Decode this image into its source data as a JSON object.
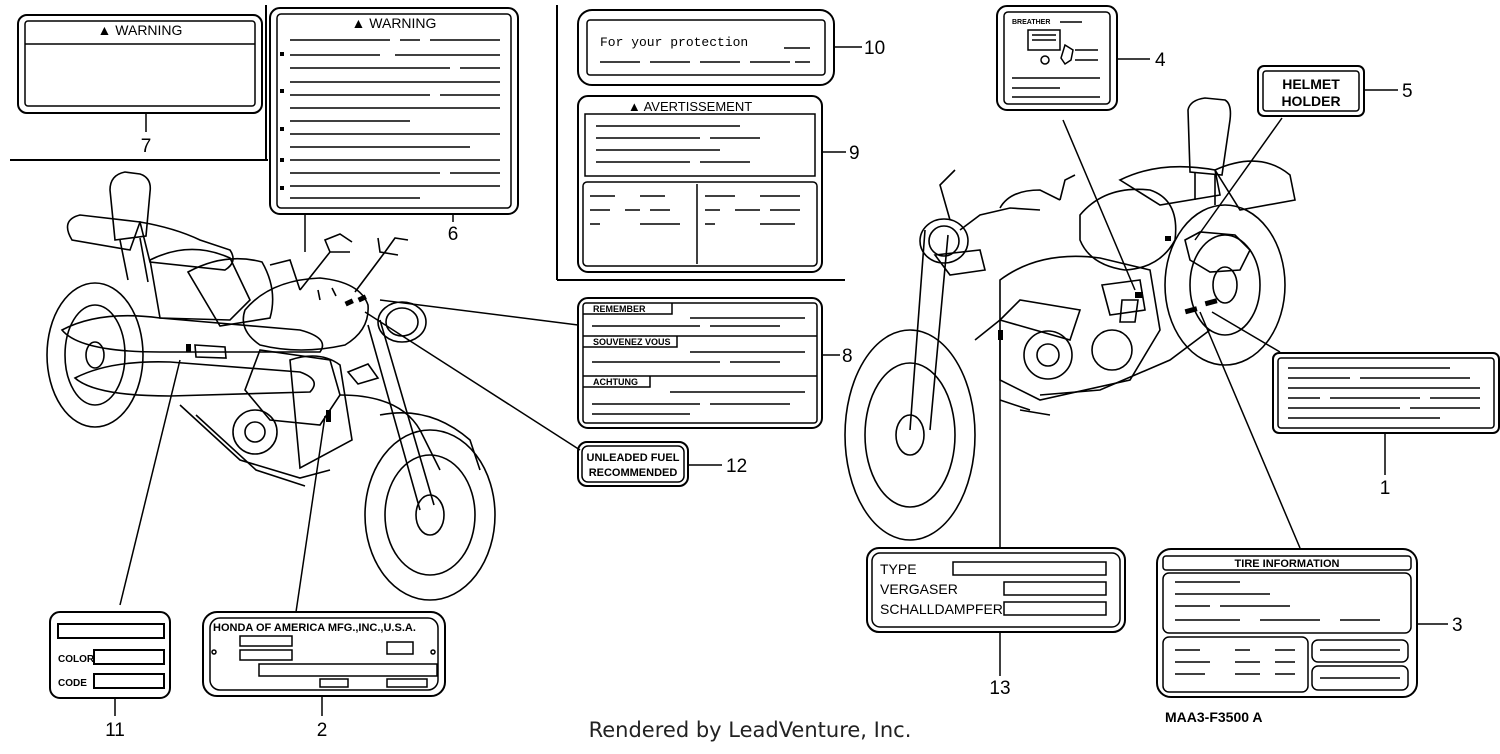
{
  "labels": {
    "warning_7": "▲ WARNING",
    "warning_6": "▲ WARNING",
    "protection": "For your protection",
    "avertissement": "▲ AVERTISSEMENT",
    "remember": "REMEMBER",
    "souvenez": "SOUVENEZ VOUS",
    "achtung": "ACHTUNG",
    "unleaded_1": "UNLEADED FUEL",
    "unleaded_2": "RECOMMENDED",
    "breather": "BREATHER",
    "helmet_1": "HELMET",
    "helmet_2": "HOLDER",
    "honda": "HONDA OF AMERICA MFG.,INC.,U.S.A.",
    "color": "COLOR",
    "code": "CODE",
    "type": "TYPE",
    "vergaser": "VERGASER",
    "schalldampfer": "SCHALLDAMPFER",
    "tire_info": "TIRE INFORMATION"
  },
  "callouts": {
    "n1": "1",
    "n2": "2",
    "n3": "3",
    "n4": "4",
    "n5": "5",
    "n6": "6",
    "n7": "7",
    "n8": "8",
    "n9": "9",
    "n10": "10",
    "n11": "11",
    "n12": "12",
    "n13": "13"
  },
  "diagram_code": "MAA3-F3500 A",
  "footer": "Rendered by LeadVenture, Inc."
}
